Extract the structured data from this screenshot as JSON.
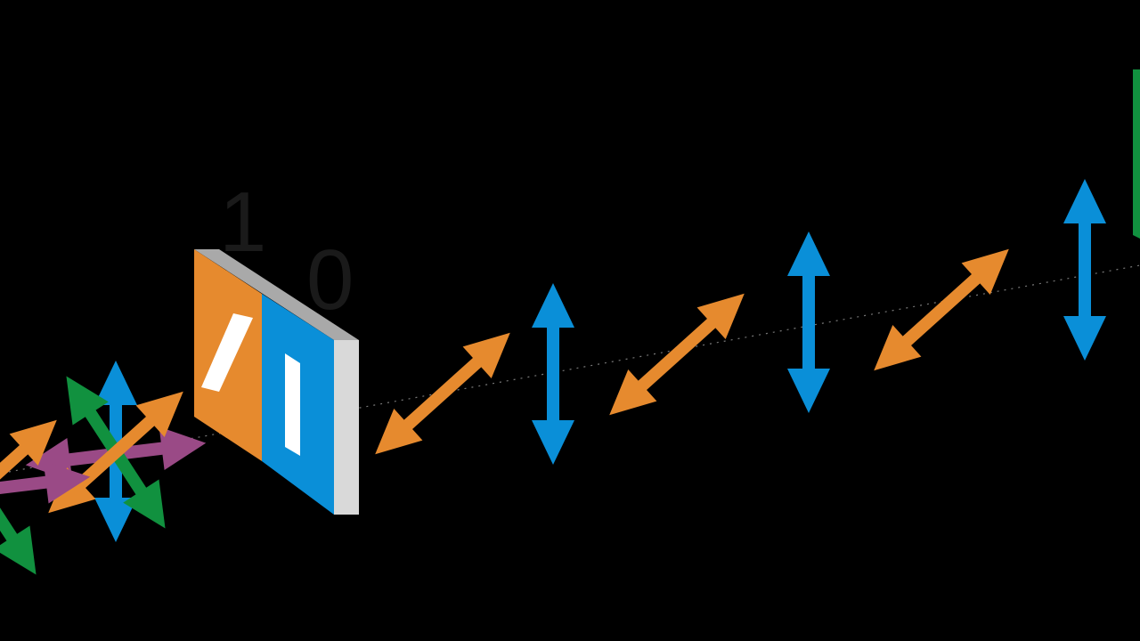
{
  "colors": {
    "background": "#000000",
    "orange": "#E68A2E",
    "blue": "#0A8FD8",
    "green": "#11913F",
    "purple": "#9A4A86",
    "slab_top": "#A9A9A9",
    "slab_side": "#D9D9D9",
    "slot": "#FFFFFF",
    "digit": "#1A1A1A",
    "beam_axis": "#777777"
  },
  "labels": {
    "bit_one": "1",
    "bit_zero": "0"
  },
  "photon_sequence": [
    {
      "polarization": "diagonal",
      "color": "orange"
    },
    {
      "polarization": "vertical",
      "color": "blue"
    },
    {
      "polarization": "diagonal",
      "color": "orange"
    },
    {
      "polarization": "vertical",
      "color": "blue"
    },
    {
      "polarization": "diagonal",
      "color": "orange"
    },
    {
      "polarization": "vertical",
      "color": "blue"
    }
  ],
  "incoming_polarizations": [
    "vertical",
    "diagonal",
    "antidiagonal",
    "horizontal"
  ],
  "filter": {
    "halves": [
      {
        "bit": "1",
        "color": "orange",
        "slot": "diagonal"
      },
      {
        "bit": "0",
        "color": "blue",
        "slot": "vertical"
      }
    ]
  }
}
